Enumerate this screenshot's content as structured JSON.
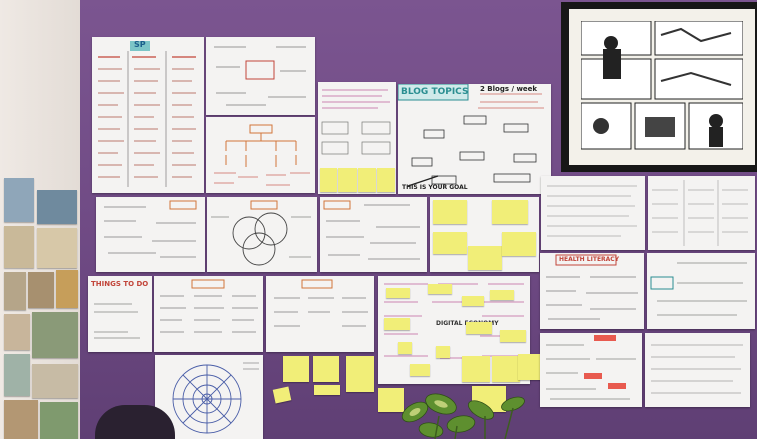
{
  "scene": {
    "wall_color": "#6f4a84",
    "side_wall_color": "#e8e2dc",
    "paper_color": "#f4f3f2",
    "sticky_color": "#f1ee78"
  },
  "labels": {
    "things_to_do": "THINGS TO DO",
    "blog_topics": "BLOG TOPICS",
    "blog_frequency": "2 Blogs / week",
    "health_literacy": "HEALTH LITERACY",
    "digital_economy": "DIGITAL ECONOMY",
    "sp": "SP",
    "this_is_your_goal": "THIS IS YOUR GOAL"
  }
}
